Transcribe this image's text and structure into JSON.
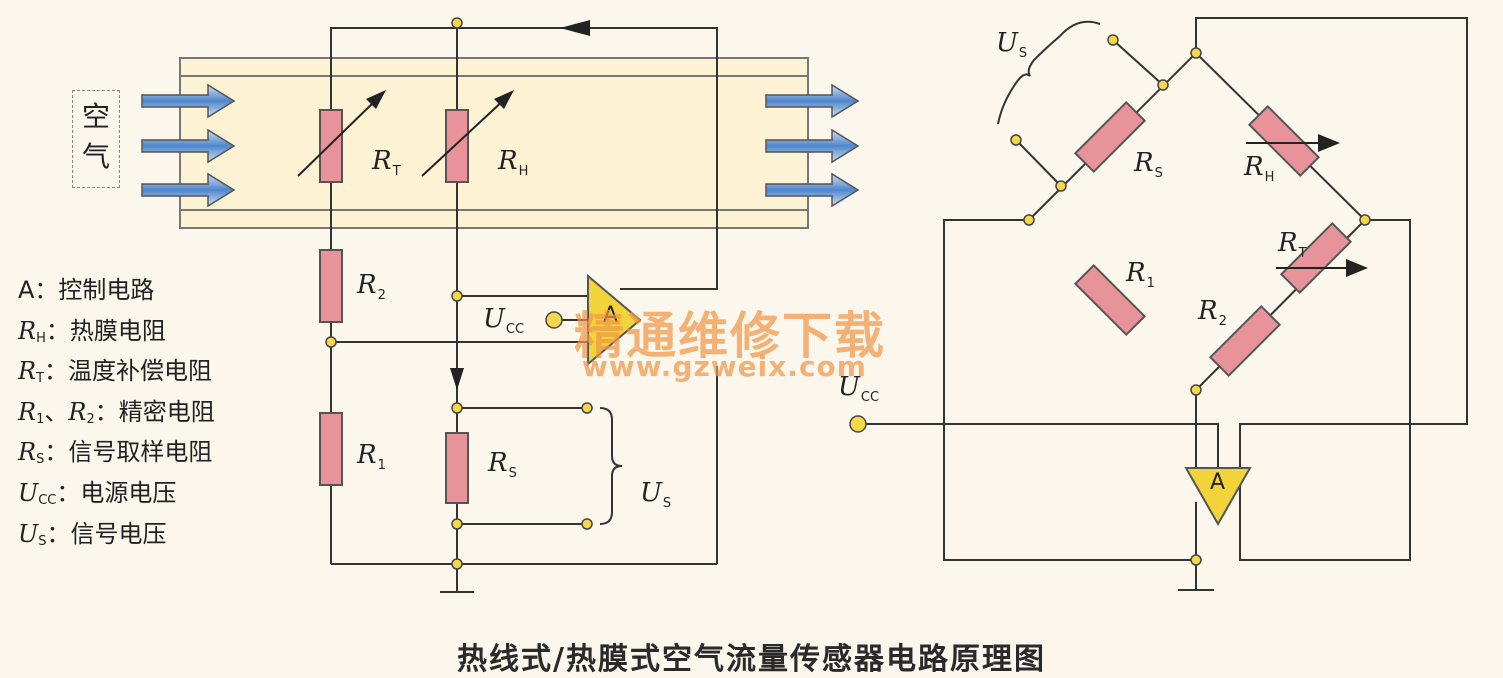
{
  "title": "热线式/热膜式空气流量传感器电路原理图",
  "air_label": "空气",
  "legend": [
    {
      "sym": "A",
      "sub": "",
      "sep": "：",
      "desc": "控制电路"
    },
    {
      "sym": "R",
      "sub": "H",
      "sep": "：",
      "desc": "热膜电阻"
    },
    {
      "sym": "R",
      "sub": "T",
      "sep": "：",
      "desc": "温度补偿电阻"
    },
    {
      "sym": "R",
      "sub": "1",
      "sep": "、",
      "sym2": "R",
      "sub2": "2",
      "sep2": "：",
      "desc": "精密电阻"
    },
    {
      "sym": "R",
      "sub": "S",
      "sep": "：",
      "desc": "信号取样电阻"
    },
    {
      "sym": "U",
      "sub": "CC",
      "sep": "：",
      "desc": "电源电压"
    },
    {
      "sym": "U",
      "sub": "S",
      "sep": "：",
      "desc": "信号电压"
    }
  ],
  "left_circuit": {
    "RT": {
      "main": "R",
      "sub": "T"
    },
    "RH": {
      "main": "R",
      "sub": "H"
    },
    "R2": {
      "main": "R",
      "sub": "2"
    },
    "R1": {
      "main": "R",
      "sub": "1"
    },
    "RS": {
      "main": "R",
      "sub": "S"
    },
    "Ucc": {
      "main": "U",
      "sub": "CC"
    },
    "Us": {
      "main": "U",
      "sub": "S"
    },
    "amp": "A"
  },
  "right_circuit": {
    "Us": {
      "main": "U",
      "sub": "S"
    },
    "RS": {
      "main": "R",
      "sub": "S"
    },
    "RH": {
      "main": "R",
      "sub": "H"
    },
    "RT": {
      "main": "R",
      "sub": "T"
    },
    "R1": {
      "main": "R",
      "sub": "1"
    },
    "R2": {
      "main": "R",
      "sub": "2"
    },
    "Ucc": {
      "main": "U",
      "sub": "CC"
    },
    "amp": "A"
  },
  "watermark": {
    "cn": "精通维修下载",
    "url": "www.gzweix.com"
  },
  "colors": {
    "resistor": "#e8929a",
    "node": "#f5d84a",
    "amp": "#f2d43a",
    "duct": "#fdf5d6",
    "arrow": "#5b8fd0"
  }
}
